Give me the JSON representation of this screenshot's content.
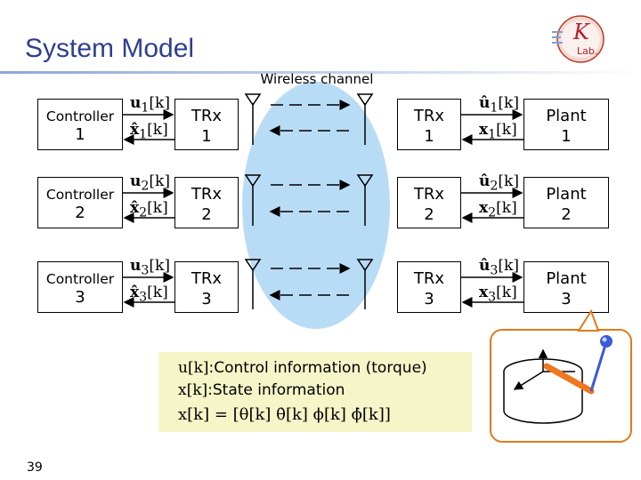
{
  "slide": {
    "title": "System Model",
    "page_number": "39",
    "logo_text": "K-Lab."
  },
  "channel": {
    "label": "Wireless channel"
  },
  "loops": [
    {
      "controller": {
        "label": "Controller",
        "index": "1"
      },
      "trx_left": {
        "label": "TRx",
        "index": "1"
      },
      "trx_right": {
        "label": "TRx",
        "index": "1"
      },
      "plant": {
        "label": "Plant",
        "index": "1"
      },
      "u": "u",
      "u_hat": "û",
      "x": "x",
      "x_hat": "x̂",
      "k": "[k]",
      "sub": "1"
    },
    {
      "controller": {
        "label": "Controller",
        "index": "2"
      },
      "trx_left": {
        "label": "TRx",
        "index": "2"
      },
      "trx_right": {
        "label": "TRx",
        "index": "2"
      },
      "plant": {
        "label": "Plant",
        "index": "2"
      },
      "u": "u",
      "u_hat": "û",
      "x": "x",
      "x_hat": "x̂",
      "k": "[k]",
      "sub": "2"
    },
    {
      "controller": {
        "label": "Controller",
        "index": "3"
      },
      "trx_left": {
        "label": "TRx",
        "index": "3"
      },
      "trx_right": {
        "label": "TRx",
        "index": "3"
      },
      "plant": {
        "label": "Plant",
        "index": "3"
      },
      "u": "u",
      "u_hat": "û",
      "x": "x",
      "x_hat": "x̂",
      "k": "[k]",
      "sub": "3"
    }
  ],
  "legend": {
    "u_symbol": "u[k]",
    "u_desc": ":Control information (torque)",
    "x_symbol": "x[k]",
    "x_desc": ":State information",
    "state_equation": "x[k] = [θ[k]   θ̇[k]   ϕ[k]   ϕ̇[k]]"
  },
  "colors": {
    "title": "#2e3f8f",
    "channel": "#b9dcf6",
    "legend_bg": "#f5f5c8",
    "pendulum_frame": "#e07a1a",
    "pendulum_rod": "#f0781e",
    "pendulum_tip": "#3a5bd9"
  }
}
